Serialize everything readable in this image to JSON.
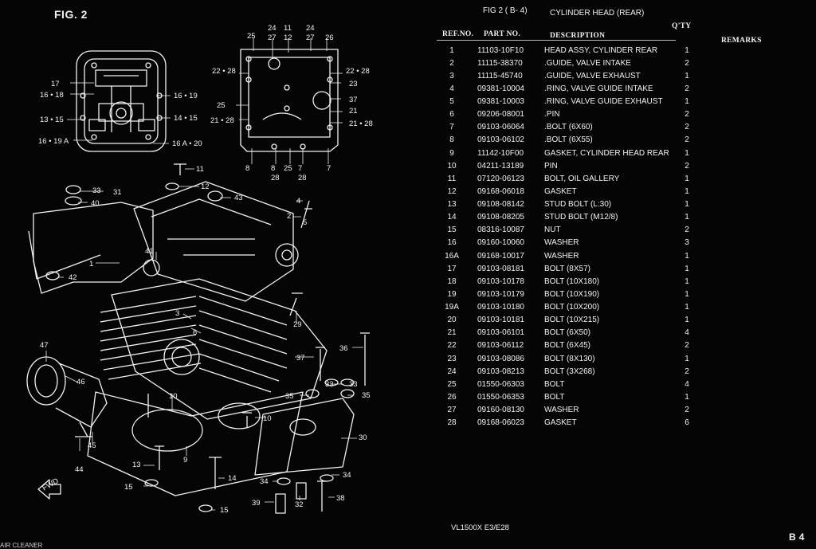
{
  "figure_label": "FIG. 2",
  "header": {
    "fig_ref": "FIG 2 ( B- 4)",
    "assembly_title": "CYLINDER HEAD (REAR)",
    "columns": {
      "ref": "REF.NO.",
      "part": "PART NO.",
      "desc": "DESCRIPTION",
      "qty": "Q'TY",
      "remarks": "REMARKS"
    }
  },
  "parts": [
    {
      "ref": "1",
      "part": "11103-10F10",
      "desc": "HEAD ASSY, CYLINDER REAR",
      "qty": "1"
    },
    {
      "ref": "2",
      "part": "11115-38370",
      "desc": ".GUIDE, VALVE INTAKE",
      "qty": "2"
    },
    {
      "ref": "3",
      "part": "11115-45740",
      "desc": ".GUIDE, VALVE EXHAUST",
      "qty": "1"
    },
    {
      "ref": "4",
      "part": "09381-10004",
      "desc": ".RING, VALVE GUIDE INTAKE",
      "qty": "2"
    },
    {
      "ref": "5",
      "part": "09381-10003",
      "desc": ".RING, VALVE GUIDE EXHAUST",
      "qty": "1"
    },
    {
      "ref": "6",
      "part": "09206-08001",
      "desc": ".PIN",
      "qty": "2"
    },
    {
      "ref": "7",
      "part": "09103-06064",
      "desc": ".BOLT (6X60)",
      "qty": "2"
    },
    {
      "ref": "8",
      "part": "09103-06102",
      "desc": ".BOLT (6X55)",
      "qty": "2"
    },
    {
      "ref": "9",
      "part": "11142-10F00",
      "desc": "GASKET, CYLINDER HEAD REAR",
      "qty": "1"
    },
    {
      "ref": "10",
      "part": "04211-13189",
      "desc": "PIN",
      "qty": "2"
    },
    {
      "ref": "11",
      "part": "07120-06123",
      "desc": "BOLT, OIL GALLERY",
      "qty": "1"
    },
    {
      "ref": "12",
      "part": "09168-06018",
      "desc": "GASKET",
      "qty": "1"
    },
    {
      "ref": "13",
      "part": "09108-08142",
      "desc": "STUD BOLT (L:30)",
      "qty": "1"
    },
    {
      "ref": "14",
      "part": "09108-08205",
      "desc": "STUD BOLT (M12/8)",
      "qty": "1"
    },
    {
      "ref": "15",
      "part": "08316-10087",
      "desc": "NUT",
      "qty": "2"
    },
    {
      "ref": "16",
      "part": "09160-10060",
      "desc": "WASHER",
      "qty": "3"
    },
    {
      "ref": "16A",
      "part": "09168-10017",
      "desc": "WASHER",
      "qty": "1"
    },
    {
      "ref": "17",
      "part": "09103-08181",
      "desc": "BOLT (8X57)",
      "qty": "1"
    },
    {
      "ref": "18",
      "part": "09103-10178",
      "desc": "BOLT (10X180)",
      "qty": "1"
    },
    {
      "ref": "19",
      "part": "09103-10179",
      "desc": "BOLT (10X190)",
      "qty": "1"
    },
    {
      "ref": "19A",
      "part": "09103-10180",
      "desc": "BOLT (10X200)",
      "qty": "1"
    },
    {
      "ref": "20",
      "part": "09103-10181",
      "desc": "BOLT (10X215)",
      "qty": "1"
    },
    {
      "ref": "21",
      "part": "09103-06101",
      "desc": "BOLT (6X50)",
      "qty": "4"
    },
    {
      "ref": "22",
      "part": "09103-06112",
      "desc": "BOLT (6X45)",
      "qty": "2"
    },
    {
      "ref": "23",
      "part": "09103-08086",
      "desc": "BOLT (8X130)",
      "qty": "1"
    },
    {
      "ref": "24",
      "part": "09103-08213",
      "desc": "BOLT (3X268)",
      "qty": "2"
    },
    {
      "ref": "25",
      "part": "01550-06303",
      "desc": "BOLT",
      "qty": "4"
    },
    {
      "ref": "26",
      "part": "01550-06353",
      "desc": "BOLT",
      "qty": "1"
    },
    {
      "ref": "27",
      "part": "09160-08130",
      "desc": "WASHER",
      "qty": "2"
    },
    {
      "ref": "28",
      "part": "09168-06023",
      "desc": "GASKET",
      "qty": "6"
    }
  ],
  "callouts": {
    "top_view": [
      "24",
      "11",
      "24",
      "25",
      "27",
      "12",
      "27",
      "26",
      "22 • 28",
      "22 • 28",
      "23",
      "25",
      "37",
      "21",
      "21 • 28",
      "21 • 28",
      "7",
      "8",
      "8",
      "25",
      "7",
      "28",
      "28"
    ],
    "side_view": [
      "17",
      "16 • 18",
      "13 • 15",
      "16 • 19 A",
      "16 • 19",
      "14 • 15",
      "16 A • 20"
    ],
    "exploded": [
      "11",
      "12",
      "33",
      "31",
      "40",
      "43",
      "4",
      "2",
      "5",
      "1",
      "41",
      "42",
      "3",
      "6",
      "29",
      "47",
      "46",
      "45",
      "44",
      "10",
      "37",
      "36",
      "33",
      "33",
      "35",
      "35",
      "10",
      "30",
      "13",
      "9",
      "15",
      "14",
      "34",
      "34",
      "39",
      "32",
      "38",
      "15"
    ]
  },
  "fwd_label": "FWD",
  "footer": {
    "model": "VL1500X  E3/E28",
    "page_code": "B4",
    "cut_off_text": "AIR CLEANER"
  }
}
